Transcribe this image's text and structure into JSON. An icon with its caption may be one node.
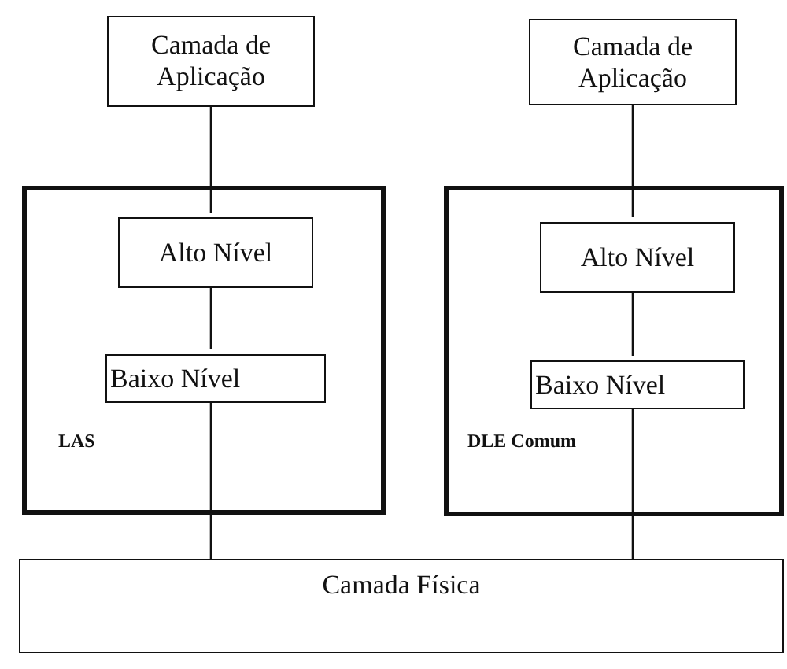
{
  "diagram": {
    "nodes": [
      {
        "text": [
          "Camada de Aplicação"
        ]
      },
      {
        "text": [
          "LAS"
        ]
      },
      {
        "text": [
          "Alto Nível"
        ],
        "in": 1
      },
      {
        "text": [
          "Baixo Nível"
        ],
        "in": 1
      },
      {
        "text": [
          "Camada de Aplicação"
        ]
      },
      {
        "text": [
          "DLE Comum"
        ]
      },
      {
        "text": [
          "Alto Nível"
        ],
        "in": 5
      },
      {
        "text": [
          "Baixo Nível"
        ],
        "in": 5
      },
      {
        "text": [
          "Camada Física"
        ]
      }
    ],
    "edges": [
      {
        "from": 0,
        "to": 2,
        "arrow": "none"
      },
      {
        "from": 2,
        "to": 3,
        "arrow": "none"
      },
      {
        "from": 3,
        "to": 8,
        "arrow": "none"
      },
      {
        "from": 4,
        "to": 6,
        "arrow": "none"
      },
      {
        "from": 6,
        "to": 7,
        "arrow": "none"
      },
      {
        "from": 7,
        "to": 8,
        "arrow": "none"
      }
    ]
  }
}
